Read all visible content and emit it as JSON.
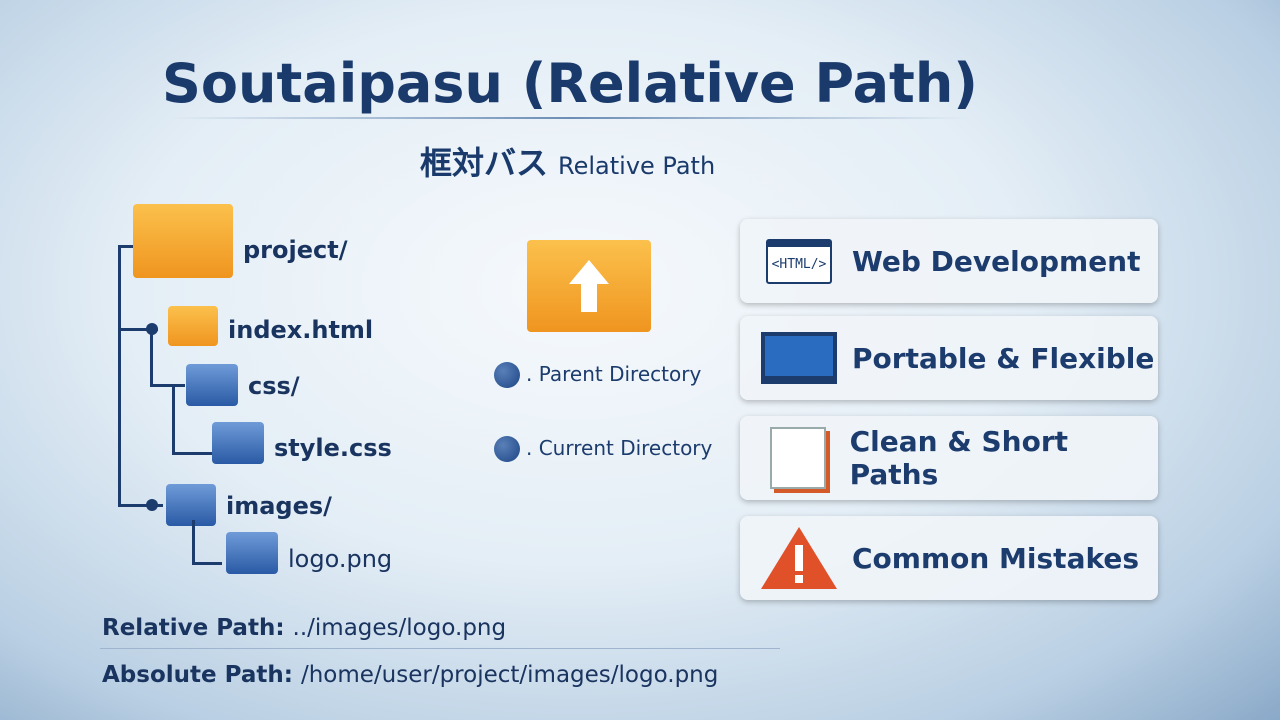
{
  "title": "Soutaipasu (Relative Path)",
  "subtitle_jp": "框対バス",
  "subtitle_en": "Relative Path",
  "tree": {
    "root": "project/",
    "index": "index.html",
    "css": "css/",
    "style": "style.css",
    "images": "images/",
    "logo": "logo.png"
  },
  "legend": {
    "parent": ". Parent Directory",
    "current": ". Current Directory"
  },
  "cards": [
    {
      "label": "Web Development",
      "icon_text": "<HTML/>"
    },
    {
      "label": "Portable & Flexible"
    },
    {
      "label": "Clean & Short Paths"
    },
    {
      "label": "Common Mistakes"
    }
  ],
  "paths": {
    "relative_label": "Relative Path:",
    "relative_value": "../images/logo.png",
    "absolute_label": "Absolute Path:",
    "absolute_value": "/home/user/project/images/logo.png"
  }
}
